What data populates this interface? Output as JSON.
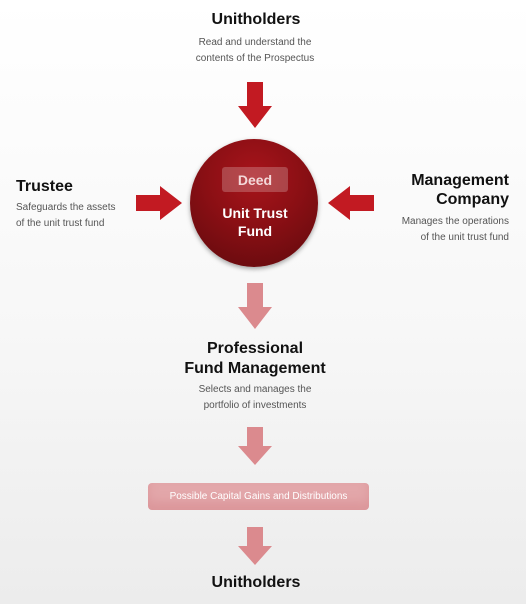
{
  "top": {
    "title": "Unitholders",
    "desc_line1": "Read and understand the",
    "desc_line2": "contents of the Prospectus"
  },
  "trustee": {
    "title": "Trustee",
    "desc_line1": "Safeguards the assets",
    "desc_line2": "of the unit trust fund"
  },
  "management": {
    "title_line1": "Management",
    "title_line2": "Company",
    "desc_line1": "Manages  the  operations",
    "desc_line2": "of the unit trust fund"
  },
  "center": {
    "deed": "Deed",
    "fund_line1": "Unit Trust",
    "fund_line2": "Fund"
  },
  "professional": {
    "title_line1": "Professional",
    "title_line2": "Fund Management",
    "desc_line1": "Selects and manages the",
    "desc_line2": "portfolio of investments"
  },
  "gains": {
    "label": "Possible Capital Gains and Distributions"
  },
  "bottom": {
    "title": "Unitholders"
  },
  "colors": {
    "dark_arrow": "#c21a22",
    "light_arrow": "#db8a8e",
    "circle": "#8a0f14",
    "gains_box": "#e3a7aa"
  }
}
